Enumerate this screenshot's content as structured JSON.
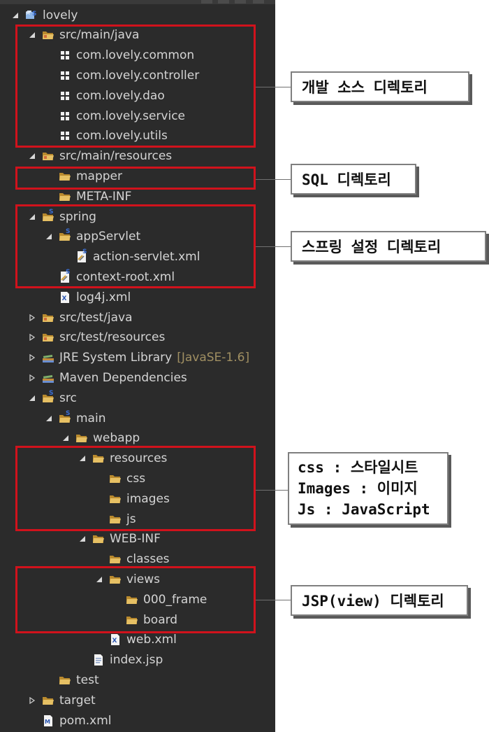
{
  "tree": [
    {
      "label": "lovely",
      "indent": 0,
      "twisty": "open",
      "icon": "project-icon"
    },
    {
      "label": "src/main/java",
      "indent": 1,
      "twisty": "open",
      "icon": "source-folder-icon"
    },
    {
      "label": "com.lovely.common",
      "indent": 2,
      "twisty": "none",
      "icon": "package-icon"
    },
    {
      "label": "com.lovely.controller",
      "indent": 2,
      "twisty": "none",
      "icon": "package-icon"
    },
    {
      "label": "com.lovely.dao",
      "indent": 2,
      "twisty": "none",
      "icon": "package-icon"
    },
    {
      "label": "com.lovely.service",
      "indent": 2,
      "twisty": "none",
      "icon": "package-icon"
    },
    {
      "label": "com.lovely.utils",
      "indent": 2,
      "twisty": "none",
      "icon": "package-icon"
    },
    {
      "label": "src/main/resources",
      "indent": 1,
      "twisty": "open",
      "icon": "source-folder-icon"
    },
    {
      "label": "mapper",
      "indent": 2,
      "twisty": "none",
      "icon": "folder-open-icon"
    },
    {
      "label": "META-INF",
      "indent": 2,
      "twisty": "none",
      "icon": "folder-open-icon"
    },
    {
      "label": "spring",
      "indent": 2,
      "twisty": "open",
      "icon": "spring-folder-icon",
      "shift": -24
    },
    {
      "label": "appServlet",
      "indent": 3,
      "twisty": "open",
      "icon": "spring-folder-icon",
      "shift": -24
    },
    {
      "label": "action-servlet.xml",
      "indent": 4,
      "twisty": "none",
      "icon": "spring-xml-icon",
      "shift": -24
    },
    {
      "label": "context-root.xml",
      "indent": 3,
      "twisty": "none",
      "icon": "spring-xml-icon",
      "shift": -24
    },
    {
      "label": "log4j.xml",
      "indent": 2,
      "twisty": "none",
      "icon": "xml-file-icon"
    },
    {
      "label": "src/test/java",
      "indent": 1,
      "twisty": "closed",
      "icon": "source-folder-icon"
    },
    {
      "label": "src/test/resources",
      "indent": 1,
      "twisty": "closed",
      "icon": "source-folder-icon"
    },
    {
      "label": "JRE System Library",
      "decoration": "[JavaSE-1.6]",
      "indent": 1,
      "twisty": "closed",
      "icon": "library-icon"
    },
    {
      "label": "Maven Dependencies",
      "indent": 1,
      "twisty": "closed",
      "icon": "library-icon"
    },
    {
      "label": "src",
      "indent": 1,
      "twisty": "open",
      "icon": "spring-folder-icon"
    },
    {
      "label": "main",
      "indent": 2,
      "twisty": "open",
      "icon": "spring-folder-icon"
    },
    {
      "label": "webapp",
      "indent": 3,
      "twisty": "open",
      "icon": "folder-open-icon"
    },
    {
      "label": "resources",
      "indent": 4,
      "twisty": "open",
      "icon": "folder-open-icon"
    },
    {
      "label": "css",
      "indent": 5,
      "twisty": "none",
      "icon": "folder-open-icon"
    },
    {
      "label": "images",
      "indent": 5,
      "twisty": "none",
      "icon": "folder-open-icon"
    },
    {
      "label": "js",
      "indent": 5,
      "twisty": "none",
      "icon": "folder-open-icon"
    },
    {
      "label": "WEB-INF",
      "indent": 4,
      "twisty": "open",
      "icon": "folder-open-icon"
    },
    {
      "label": "classes",
      "indent": 5,
      "twisty": "none",
      "icon": "folder-open-icon"
    },
    {
      "label": "views",
      "indent": 5,
      "twisty": "open",
      "icon": "folder-open-icon"
    },
    {
      "label": "000_frame",
      "indent": 6,
      "twisty": "none",
      "icon": "folder-open-icon"
    },
    {
      "label": "board",
      "indent": 6,
      "twisty": "none",
      "icon": "folder-open-icon"
    },
    {
      "label": "web.xml",
      "indent": 5,
      "twisty": "none",
      "icon": "xml-file-icon"
    },
    {
      "label": "index.jsp",
      "indent": 4,
      "twisty": "none",
      "icon": "jsp-file-icon"
    },
    {
      "label": "test",
      "indent": 2,
      "twisty": "none",
      "icon": "folder-open-icon"
    },
    {
      "label": "target",
      "indent": 1,
      "twisty": "closed",
      "icon": "folder-open-icon"
    },
    {
      "label": "pom.xml",
      "indent": 1,
      "twisty": "none",
      "icon": "maven-pom-icon"
    }
  ],
  "callouts": {
    "dev_source": "개발 소스 디렉토리",
    "sql": "SQL 디렉토리",
    "spring_config": "스프링 설정 디렉토리",
    "static_lines": [
      "css : 스타일시트",
      "Images : 이미지",
      "Js : JavaScript"
    ],
    "jsp": "JSP(view) 디렉토리"
  },
  "colors": {
    "tree_background": "#2b2b2b",
    "tree_text": "#d4d4d4",
    "decoration_text": "#a08f62",
    "highlight_border": "#d1121c",
    "folder": "#e6c064",
    "spring_badge": "#3b6fd6"
  }
}
